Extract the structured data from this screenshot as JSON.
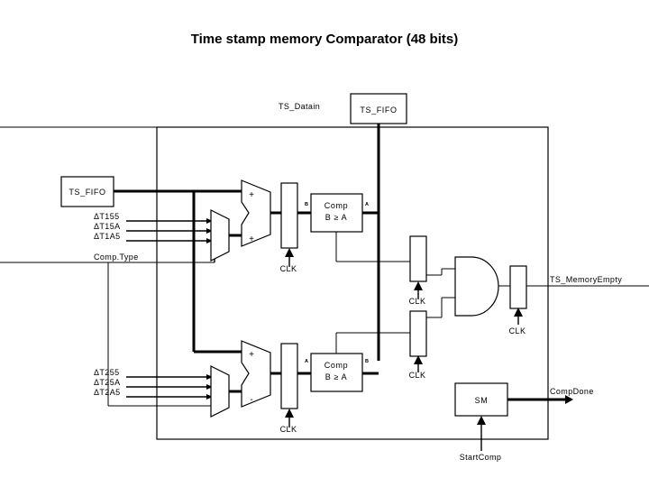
{
  "title": "Time stamp memory Comparator (48 bits)",
  "signals": {
    "ts_datain": "TS_Datain",
    "ts_memory_empty": "TS_MemoryEmpty",
    "comp_done": "CompDone",
    "start_comp": "StartComp",
    "comp_type": "Comp.Type"
  },
  "blocks": {
    "fifo_top": "TS_FIFO",
    "fifo_left": "TS_FIFO",
    "sm": "SM",
    "comp_line1": "Comp",
    "comp_line2": "B ≥ A"
  },
  "clocks": [
    {
      "label": "CLK",
      "id": "clk-reg-top"
    },
    {
      "label": "CLK",
      "id": "clk-reg-bottom"
    },
    {
      "label": "CLK",
      "id": "clk-reg-mid-upper"
    },
    {
      "label": "CLK",
      "id": "clk-reg-mid-lower"
    },
    {
      "label": "CLK",
      "id": "clk-reg-out"
    }
  ],
  "delta_inputs_top": [
    "ΔT155",
    "ΔT15A",
    "ΔT1A5"
  ],
  "delta_inputs_bottom": [
    "ΔT255",
    "ΔT25A",
    "ΔT2A5"
  ],
  "adder_top_signs": [
    "+",
    "+"
  ],
  "adder_bottom_signs": [
    "+",
    "-"
  ],
  "comp_ports": {
    "top_left": "B",
    "top_right": "A",
    "bottom_left": "A",
    "bottom_right": "B"
  }
}
